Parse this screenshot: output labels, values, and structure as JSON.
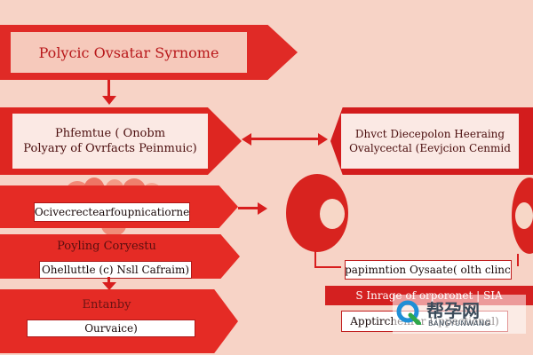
{
  "title": "Polycic Ovsatar Syrnome",
  "box_left": {
    "line1": "Phfemtue ( Onobm",
    "line2": "Polyary of Ovrfacts Peinmuic)"
  },
  "box_right": {
    "line1": "Dhvct Diecepolon Heeraing",
    "line2": "Ovalycectal (Eevjcion Cenmid"
  },
  "band1_label": "Ocivecrectearfoupnicatiorne",
  "band2_text": "Poyling Coryestu",
  "band2_label": "Ohelluttle (c) Nsll Cafraim)",
  "band3_text": "Entanby",
  "band3_label": "Ourvaice)",
  "right_label1": "Opapimntion Oysaate( olth clincal",
  "right_label2": "S Inrage of orporonet | SIA",
  "right_label3": "Apptirchenfor Uppectional)",
  "watermark": {
    "main": "帮孕网",
    "sub": "BANGYUNWANG"
  },
  "colors": {
    "background": "#f7d3c6",
    "primary_red": "#d9201f",
    "panel": "#fbe9e4"
  }
}
